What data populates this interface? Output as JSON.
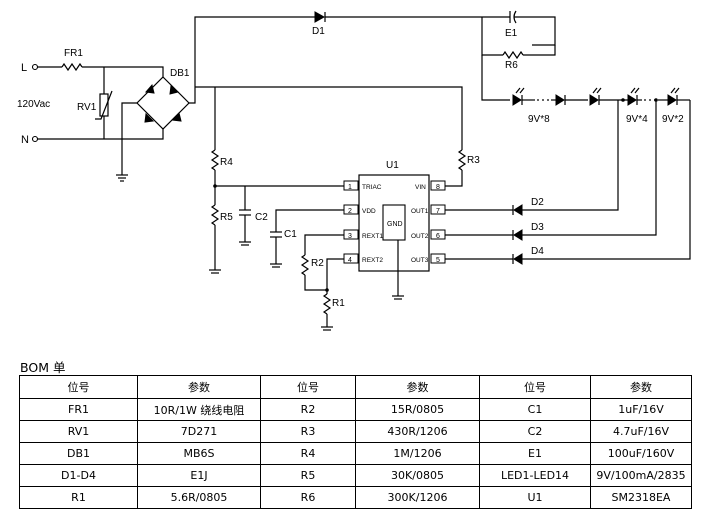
{
  "schematic": {
    "terminals": {
      "L": "L",
      "N": "N",
      "supply": "120Vac"
    },
    "components": {
      "FR1": "FR1",
      "RV1": "RV1",
      "DB1": "DB1",
      "D1": "D1",
      "E1": "E1",
      "R6": "R6",
      "R4": "R4",
      "R5": "R5",
      "C2": "C2",
      "C1": "C1",
      "R2": "R2",
      "R1": "R1",
      "R3": "R3",
      "U1": "U1",
      "D2": "D2",
      "D3": "D3",
      "D4": "D4"
    },
    "led_groups": [
      "9V*8",
      "9V*4",
      "9V*2"
    ],
    "ic": {
      "pins_left": [
        {
          "num": "1",
          "name": "TRIAC"
        },
        {
          "num": "2",
          "name": "VDD"
        },
        {
          "num": "3",
          "name": "REXT1"
        },
        {
          "num": "4",
          "name": "REXT2"
        }
      ],
      "pins_right": [
        {
          "num": "8",
          "name": "VIN"
        },
        {
          "num": "7",
          "name": "OUT1"
        },
        {
          "num": "6",
          "name": "OUT2"
        },
        {
          "num": "5",
          "name": "OUT3"
        }
      ],
      "center_label": "GND"
    }
  },
  "bom": {
    "title": "BOM 单",
    "headers": [
      "位号",
      "参数",
      "位号",
      "参数",
      "位号",
      "参数"
    ],
    "rows": [
      [
        "FR1",
        "10R/1W  绕线电阻",
        "R2",
        "15R/0805",
        "C1",
        "1uF/16V"
      ],
      [
        "RV1",
        "7D271",
        "R3",
        "430R/1206",
        "C2",
        "4.7uF/16V"
      ],
      [
        "DB1",
        "MB6S",
        "R4",
        "1M/1206",
        "E1",
        "100uF/160V"
      ],
      [
        "D1-D4",
        "E1J",
        "R5",
        "30K/0805",
        "LED1-LED14",
        "9V/100mA/2835"
      ],
      [
        "R1",
        "5.6R/0805",
        "R6",
        "300K/1206",
        "U1",
        "SM2318EA"
      ]
    ]
  }
}
